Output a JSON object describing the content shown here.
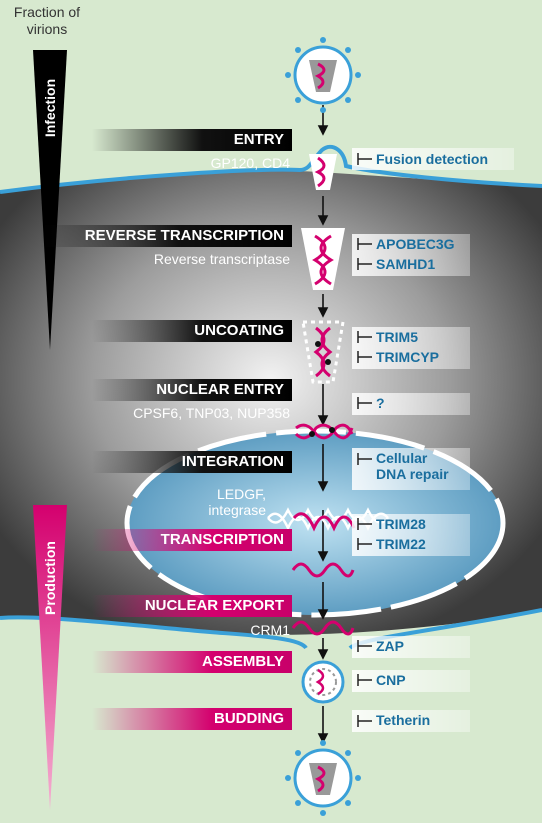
{
  "header": {
    "fraction_label": "Fraction of virions"
  },
  "side_labels": {
    "infection": "Infection",
    "production": "Production"
  },
  "stages": [
    {
      "id": "entry",
      "label": "ENTRY",
      "factors": "GP120, CD4",
      "restriction": [
        "Fusion detection"
      ]
    },
    {
      "id": "reverse",
      "label": "REVERSE TRANSCRIPTION",
      "factors": "Reverse transcriptase",
      "restriction": [
        "APOBEC3G",
        "SAMHD1"
      ]
    },
    {
      "id": "uncoating",
      "label": "UNCOATING",
      "factors": "",
      "restriction": [
        "TRIM5",
        "TRIMCYP"
      ]
    },
    {
      "id": "nuclear_entry",
      "label": "NUCLEAR ENTRY",
      "factors": "CPSF6, TNP03, NUP358",
      "restriction": [
        "?"
      ]
    },
    {
      "id": "integration",
      "label": "INTEGRATION",
      "factors": "LEDGF, integrase",
      "restriction": [
        "Cellular DNA repair"
      ]
    },
    {
      "id": "transcription",
      "label": "TRANSCRIPTION",
      "factors": "",
      "restriction": [
        "TRIM28",
        "TRIM22"
      ]
    },
    {
      "id": "export",
      "label": "NUCLEAR EXPORT",
      "factors": "CRM1",
      "restriction": [
        "ZAP"
      ]
    },
    {
      "id": "assembly",
      "label": "ASSEMBLY",
      "factors": "",
      "restriction": [
        "CNP"
      ]
    },
    {
      "id": "budding",
      "label": "BUDDING",
      "factors": "",
      "restriction": [
        "Tetherin"
      ]
    }
  ],
  "colors": {
    "dark": "#000000",
    "pink": "#d4006e",
    "blue": "#1a6e9e",
    "membrane": "#3aa0d8",
    "bg": "#d4e8cc"
  }
}
